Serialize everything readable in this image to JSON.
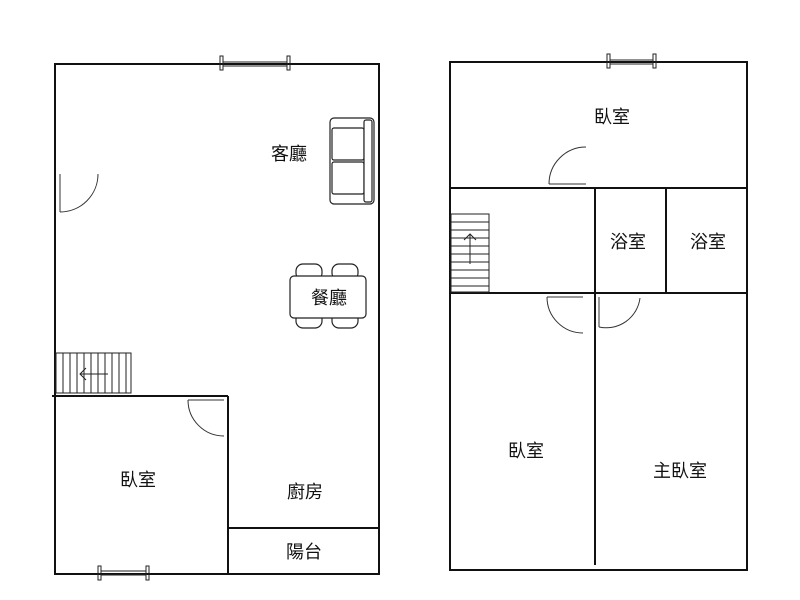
{
  "plan": {
    "floor1": {
      "rooms": {
        "living": "客廳",
        "dining": "餐廳",
        "bedroom": "臥室",
        "kitchen": "廚房",
        "balcony": "陽台"
      }
    },
    "floor2": {
      "rooms": {
        "bedroom_top": "臥室",
        "bath_1": "浴室",
        "bath_2": "浴室",
        "bedroom_left": "臥室",
        "master_bedroom": "主臥室"
      }
    }
  }
}
